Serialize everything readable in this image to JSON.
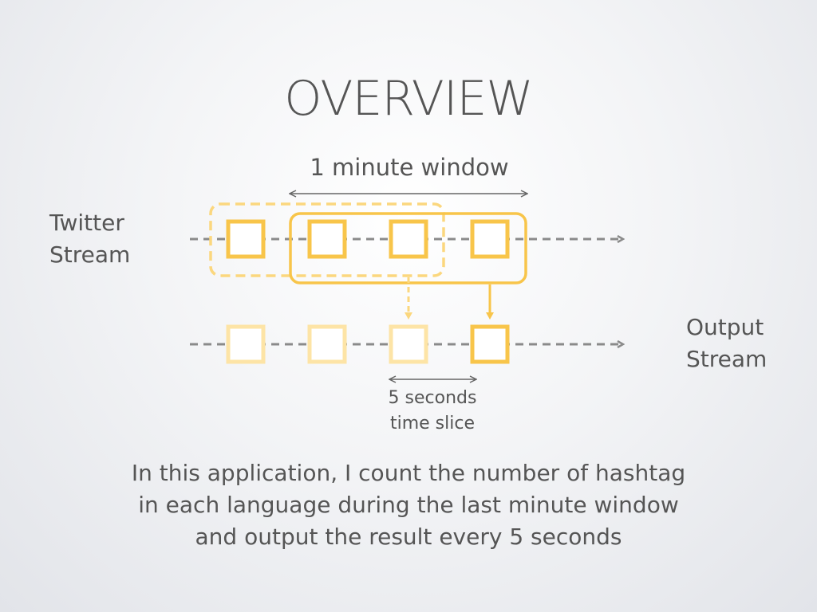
{
  "slide": {
    "title": "OVERVIEW",
    "window_label": "1 minute window",
    "input_stream_label": [
      "Twitter",
      "Stream"
    ],
    "output_stream_label": [
      "Output",
      "Stream"
    ],
    "slice_label": [
      "5 seconds",
      "time slice"
    ],
    "caption": [
      "In this application, I count the number of hashtag",
      "in each language during the last minute window",
      "and output the result every 5 seconds"
    ]
  },
  "colors": {
    "text": "#555555",
    "stream_line": "#8a8a8a",
    "accent": "#f8c54a",
    "accent_light": "#fbd77e",
    "accent_pale": "#fde4a6"
  }
}
